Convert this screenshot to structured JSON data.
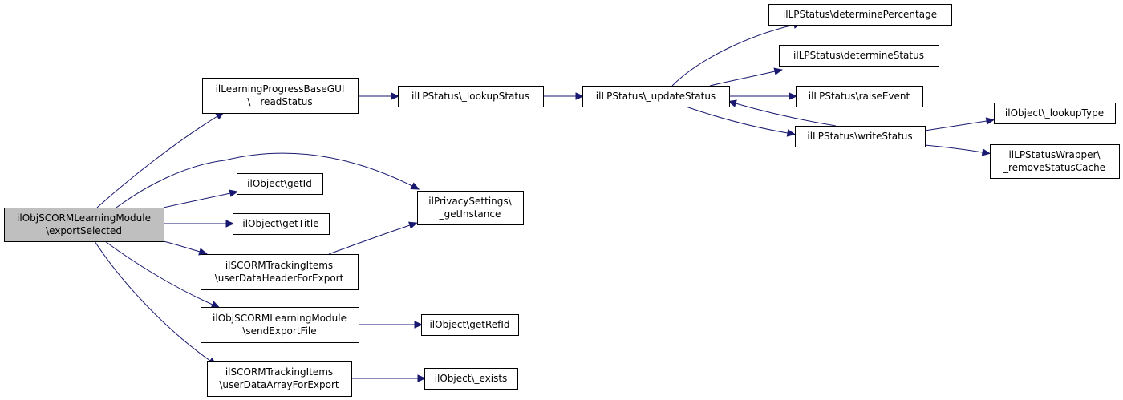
{
  "colors": {
    "edge": "#191970",
    "node_fill": "#ffffff",
    "root_fill": "#bfbfbf",
    "node_border": "#000000"
  },
  "nodes": [
    {
      "id": "root",
      "lines": [
        "ilObjSCORMLearningModule",
        "\\exportSelected"
      ],
      "highlight": true
    },
    {
      "id": "readStatus",
      "lines": [
        "ilLearningProgressBaseGUI",
        "\\__readStatus"
      ]
    },
    {
      "id": "lookupStatus",
      "lines": [
        "ilLPStatus\\_lookupStatus"
      ]
    },
    {
      "id": "updateStatus",
      "lines": [
        "ilLPStatus\\_updateStatus"
      ]
    },
    {
      "id": "determinePercentage",
      "lines": [
        "ilLPStatus\\determinePercentage"
      ]
    },
    {
      "id": "determineStatus",
      "lines": [
        "ilLPStatus\\determineStatus"
      ]
    },
    {
      "id": "raiseEvent",
      "lines": [
        "ilLPStatus\\raiseEvent"
      ]
    },
    {
      "id": "writeStatus",
      "lines": [
        "ilLPStatus\\writeStatus"
      ]
    },
    {
      "id": "lookupType",
      "lines": [
        "ilObject\\_lookupType"
      ]
    },
    {
      "id": "removeStatusCache",
      "lines": [
        "ilLPStatusWrapper\\",
        "_removeStatusCache"
      ]
    },
    {
      "id": "getId",
      "lines": [
        "ilObject\\getId"
      ]
    },
    {
      "id": "getInstance",
      "lines": [
        "ilPrivacySettings\\",
        "_getInstance"
      ]
    },
    {
      "id": "getTitle",
      "lines": [
        "ilObject\\getTitle"
      ]
    },
    {
      "id": "userDataHeader",
      "lines": [
        "ilSCORMTrackingItems",
        "\\userDataHeaderForExport"
      ]
    },
    {
      "id": "sendExportFile",
      "lines": [
        "ilObjSCORMLearningModule",
        "\\sendExportFile"
      ]
    },
    {
      "id": "getRefId",
      "lines": [
        "ilObject\\getRefId"
      ]
    },
    {
      "id": "userDataArray",
      "lines": [
        "ilSCORMTrackingItems",
        "\\userDataArrayForExport"
      ]
    },
    {
      "id": "exists",
      "lines": [
        "ilObject\\_exists"
      ]
    }
  ],
  "edges": [
    {
      "from": "root",
      "to": "readStatus"
    },
    {
      "from": "root",
      "to": "getInstance"
    },
    {
      "from": "root",
      "to": "getId"
    },
    {
      "from": "root",
      "to": "getTitle"
    },
    {
      "from": "root",
      "to": "userDataHeader"
    },
    {
      "from": "root",
      "to": "sendExportFile"
    },
    {
      "from": "root",
      "to": "userDataArray"
    },
    {
      "from": "readStatus",
      "to": "lookupStatus"
    },
    {
      "from": "lookupStatus",
      "to": "updateStatus"
    },
    {
      "from": "updateStatus",
      "to": "determinePercentage"
    },
    {
      "from": "updateStatus",
      "to": "determineStatus"
    },
    {
      "from": "updateStatus",
      "to": "raiseEvent"
    },
    {
      "from": "updateStatus",
      "to": "writeStatus"
    },
    {
      "from": "writeStatus",
      "to": "updateStatus"
    },
    {
      "from": "writeStatus",
      "to": "lookupType"
    },
    {
      "from": "writeStatus",
      "to": "removeStatusCache"
    },
    {
      "from": "userDataHeader",
      "to": "getInstance"
    },
    {
      "from": "sendExportFile",
      "to": "getRefId"
    },
    {
      "from": "userDataArray",
      "to": "exists"
    }
  ]
}
